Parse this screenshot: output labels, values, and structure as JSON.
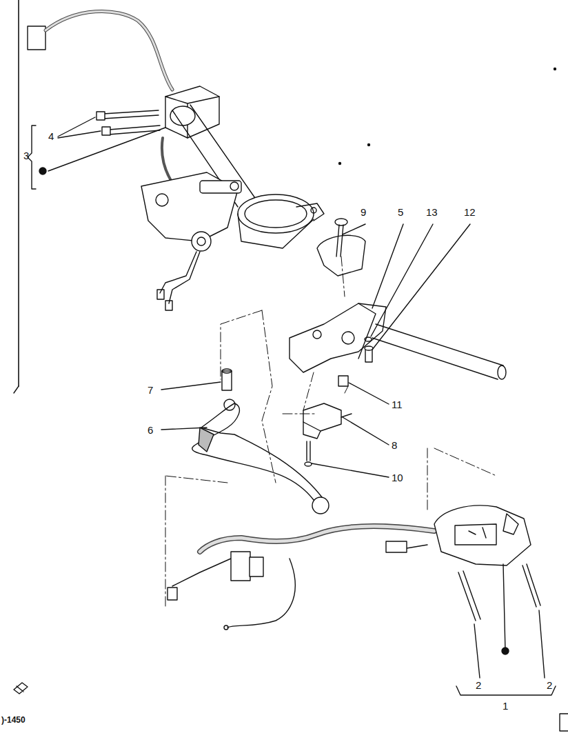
{
  "diagram": {
    "labels": [
      "4",
      "3",
      "9",
      "5",
      "13",
      "12",
      "7",
      "6",
      "11",
      "8",
      "10",
      "2",
      "2",
      "1",
      ")-1450"
    ]
  }
}
